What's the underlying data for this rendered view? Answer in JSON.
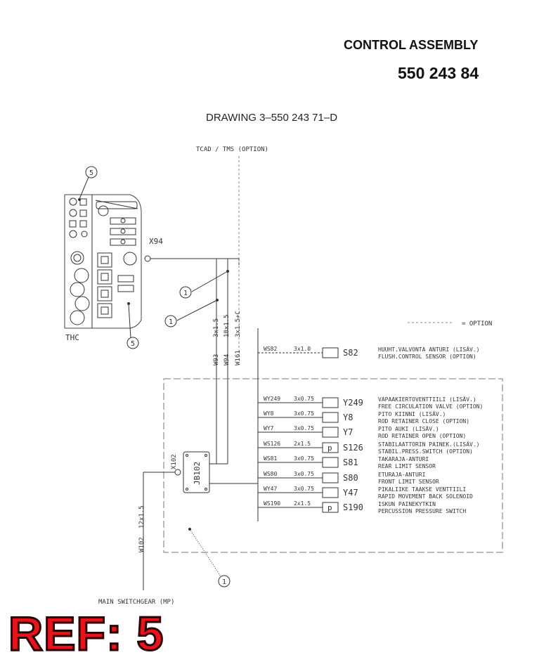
{
  "header": {
    "title": "CONTROL ASSEMBLY",
    "part_number": "550 243 84",
    "drawing": "DRAWING 3–550 243 71–D"
  },
  "labels": {
    "tcad": "TCAD / TMS (OPTION)",
    "x94": "X94",
    "thc": "THC",
    "option_legend": "= OPTION",
    "jb102": "JB102",
    "x102": "X102",
    "main_switchgear": "MAIN SWITCHGEAR (MP)",
    "ref": "REF: 5"
  },
  "cables": {
    "w93": "W93",
    "w93_spec": "3x1.5",
    "w94": "W94",
    "w94_spec": "18x1.5",
    "w161": "W161",
    "w161_spec": "3x1.5+C",
    "w102": "W102",
    "w102_spec": "12x1.5"
  },
  "callouts": [
    "5",
    "1",
    "1",
    "5",
    "1"
  ],
  "components": [
    {
      "wire": "WS82",
      "spec": "3x1.0",
      "p": "",
      "code": "S82",
      "fi": "HUUHT.VALVONTA ANTURI (LISÄV.)",
      "en": "FLUSH.CONTROL SENSOR (OPTION)"
    },
    {
      "wire": "WY249",
      "spec": "3x0.75",
      "p": "",
      "code": "Y249",
      "fi": "VAPAAKIERTOVENTTIILI (LISÄV.)",
      "en": "FREE CIRCULATION VALVE (OPTION)"
    },
    {
      "wire": "WY8",
      "spec": "3x0.75",
      "p": "",
      "code": "Y8",
      "fi": "PITO KIINNI (LISÄV.)",
      "en": "ROD RETAINER CLOSE (OPTION)"
    },
    {
      "wire": "WY7",
      "spec": "3x0.75",
      "p": "",
      "code": "Y7",
      "fi": "PITO AUKI (LISÄV.)",
      "en": "ROD RETAINER OPEN (OPTION)"
    },
    {
      "wire": "WS126",
      "spec": "2x1.5",
      "p": "p",
      "code": "S126",
      "fi": "STABILAATTORIN PAINEK.(LISÄV.)",
      "en": "STABIL.PRESS.SWITCH (OPTION)"
    },
    {
      "wire": "WS81",
      "spec": "3x0.75",
      "p": "",
      "code": "S81",
      "fi": "TAKARAJA-ANTURI",
      "en": "REAR LIMIT SENSOR"
    },
    {
      "wire": "WS80",
      "spec": "3x0.75",
      "p": "",
      "code": "S80",
      "fi": "ETURAJA-ANTURI",
      "en": "FRONT LIMIT SENSOR"
    },
    {
      "wire": "WY47",
      "spec": "3x0.75",
      "p": "",
      "code": "Y47",
      "fi": "PIKALIIKE TAAKSE VENTTIILI",
      "en": "RAPID MOVEMENT BACK SOLENOID"
    },
    {
      "wire": "WS190",
      "spec": "2x1.5",
      "p": "p",
      "code": "S190",
      "fi": "ISKUN PAINEKYTKIN",
      "en": "PERCUSSION PRESSURE SWITCH"
    }
  ],
  "colors": {
    "line": "#333333",
    "ref_red": "#e8131b"
  }
}
